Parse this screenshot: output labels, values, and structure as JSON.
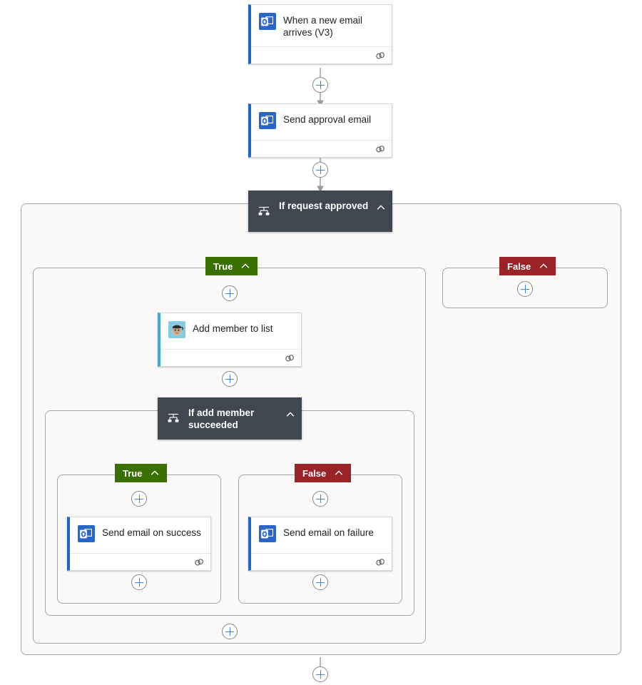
{
  "diagram": {
    "type": "flow-designer-canvas",
    "product": "Power Automate flow designer"
  },
  "nodes": {
    "trigger": {
      "title": "When a new email arrives (V3)",
      "icon": "outlook-icon",
      "accent": "#2266cc",
      "footer_icon": "link-icon"
    },
    "send_approval": {
      "title": "Send approval email",
      "icon": "outlook-icon",
      "accent": "#2266cc",
      "footer_icon": "link-icon"
    },
    "condition_outer": {
      "title": "If request approved",
      "icon": "condition-icon",
      "collapse_icon": "chevron-up-icon",
      "background": "#414750"
    },
    "add_member": {
      "title": "Add member to list",
      "icon": "mailchimp-icon",
      "accent": "#3cabd4",
      "footer_icon": "link-icon"
    },
    "condition_inner": {
      "title": "If add member succeeded",
      "icon": "condition-icon",
      "collapse_icon": "chevron-up-icon",
      "background": "#414750"
    },
    "send_success": {
      "title": "Send email on success",
      "icon": "outlook-icon",
      "accent": "#2266cc",
      "footer_icon": "link-icon"
    },
    "send_failure": {
      "title": "Send email on failure",
      "icon": "outlook-icon",
      "accent": "#2266cc",
      "footer_icon": "link-icon"
    }
  },
  "branches": {
    "outer_true": {
      "label": "True",
      "color": "#3a7000",
      "collapse_icon": "chevron-up-icon"
    },
    "outer_false": {
      "label": "False",
      "color": "#9b2226",
      "collapse_icon": "chevron-up-icon"
    },
    "inner_true": {
      "label": "True",
      "color": "#3a7000",
      "collapse_icon": "chevron-up-icon"
    },
    "inner_false": {
      "label": "False",
      "color": "#9b2226",
      "collapse_icon": "chevron-up-icon"
    }
  },
  "add_buttons": {
    "after_trigger": "add-step",
    "after_send_approval": "add-step",
    "outer_true_top": "add-step",
    "outer_false_empty": "add-step",
    "after_add_member": "add-step",
    "inner_true_top": "add-step",
    "inner_false_top": "add-step",
    "inner_true_bottom": "add-step",
    "inner_false_bottom": "add-step",
    "outer_true_bottom": "add-step",
    "flow_end": "add-step"
  }
}
